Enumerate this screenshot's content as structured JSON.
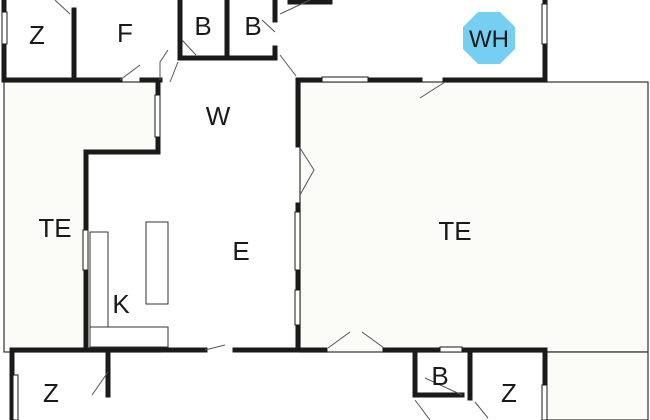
{
  "floorplan": {
    "badge": {
      "label": "WH",
      "color": "#74cff0"
    },
    "rooms": {
      "z_top_left": "Z",
      "f_top": "F",
      "b_top_1": "B",
      "b_top_2": "B",
      "w_hall": "W",
      "te_left": "TE",
      "e_living": "E",
      "k_kitchen": "K",
      "te_right": "TE",
      "z_bottom_left": "Z",
      "b_bottom": "B",
      "z_bottom_right": "Z"
    },
    "colors": {
      "wall": "#1a1a1a",
      "terrace_fill": "#fbfbf7"
    }
  }
}
